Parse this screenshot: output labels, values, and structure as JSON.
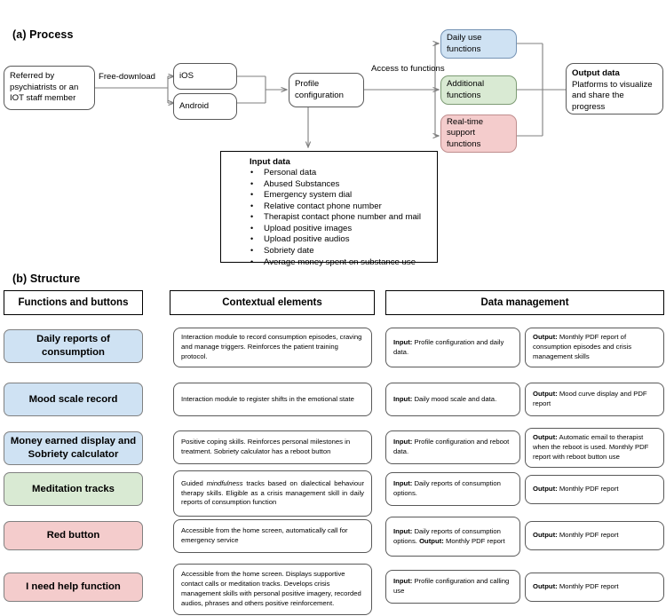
{
  "sections": {
    "a_title": "(a)  Process",
    "b_title": "(b) Structure"
  },
  "process": {
    "boxes": {
      "referred": "Referred by psychiatrists or an IOT  staff member",
      "ios": "iOS",
      "android": "Android",
      "profile": "Profile configuration",
      "daily_use": "Daily use functions",
      "additional": "Additional functions",
      "realtime": "Real-time support functions",
      "output_title": "Output data",
      "output_body": "Platforms to visualize and share the progress"
    },
    "labels": {
      "free_download": "Free-download",
      "access_to_functions": "Access to functions"
    },
    "input_data": {
      "title": "Input data",
      "items": [
        "Personal data",
        "Abused Substances",
        "Emergency system dial",
        "Relative contact phone number",
        "Therapist contact phone number and mail",
        "Upload positive images",
        "Upload positive audios",
        "Sobriety date",
        "Average money spent on substance use"
      ]
    }
  },
  "structure": {
    "headers": {
      "functions": "Functions and buttons",
      "contextual": "Contextual elements",
      "data": "Data management"
    },
    "rows": [
      {
        "function": "Daily reports of consumption",
        "color": "blue",
        "context": "Interaction module  to record consumption episodes, craving and manage triggers. Reinforces the patient training protocol.",
        "input_label": "Input:",
        "input_text": " Profile configuration and daily data.",
        "output_label": "Output:",
        "output_text": " Monthly PDF report of consumption episodes and crisis management  skills"
      },
      {
        "function": "Mood scale record",
        "color": "blue",
        "context": "Interaction module   to register shifts in the emotional state",
        "input_label": "Input:",
        "input_text": " Daily mood scale and data.",
        "output_label": "Output:",
        "output_text": " Mood curve display and PDF report"
      },
      {
        "function": "Money earned display and Sobriety calculator",
        "color": "blue",
        "context": "Positive coping skills. Reinforces personal milestones in treatment. Sobriety calculator has a reboot button",
        "input_label": "Input:",
        "input_text": " Profile configuration and reboot data.",
        "output_label": "Output:",
        "output_text": " Automatic email to therapist when the reboot is used. Monthly PDF report with reboot button use"
      },
      {
        "function": "Meditation tracks",
        "color": "green",
        "context_pre": "Guided ",
        "context_em": "mindfulness",
        "context_post": " tracks   based on dialectical behaviour therapy skills. Eligible as a crisis management skill in daily reports of consumption function",
        "input_label": "Input:",
        "input_text": " Daily reports of consumption options.",
        "output_label": "Output:",
        "output_text": " Monthly  PDF report"
      },
      {
        "function": "Red button",
        "color": "red",
        "context": "Accessible from the home screen, automatically call for emergency service",
        "input_label": "Input:",
        "input_text": " Daily reports of consumption options. ",
        "input_label2": "Output:",
        "input_text2": " Monthly  PDF report",
        "output_label": "Output:",
        "output_text": " Monthly  PDF report"
      },
      {
        "function": "I need help function",
        "color": "red",
        "context": "Accessible from the home screen. Displays supportive contact calls or meditation tracks. Develops crisis management skills with personal positive imagery, recorded audios, phrases and others positive reinforcement.",
        "input_label": "Input:",
        "input_text": " Profile configuration and calling use",
        "output_label": "Output:",
        "output_text": " Monthly  PDF report"
      }
    ]
  },
  "colors": {
    "blue": "#cfe2f3",
    "green": "#d9ead3",
    "red": "#f4cccc",
    "line": "#7f7f7f",
    "border": "#595959"
  }
}
